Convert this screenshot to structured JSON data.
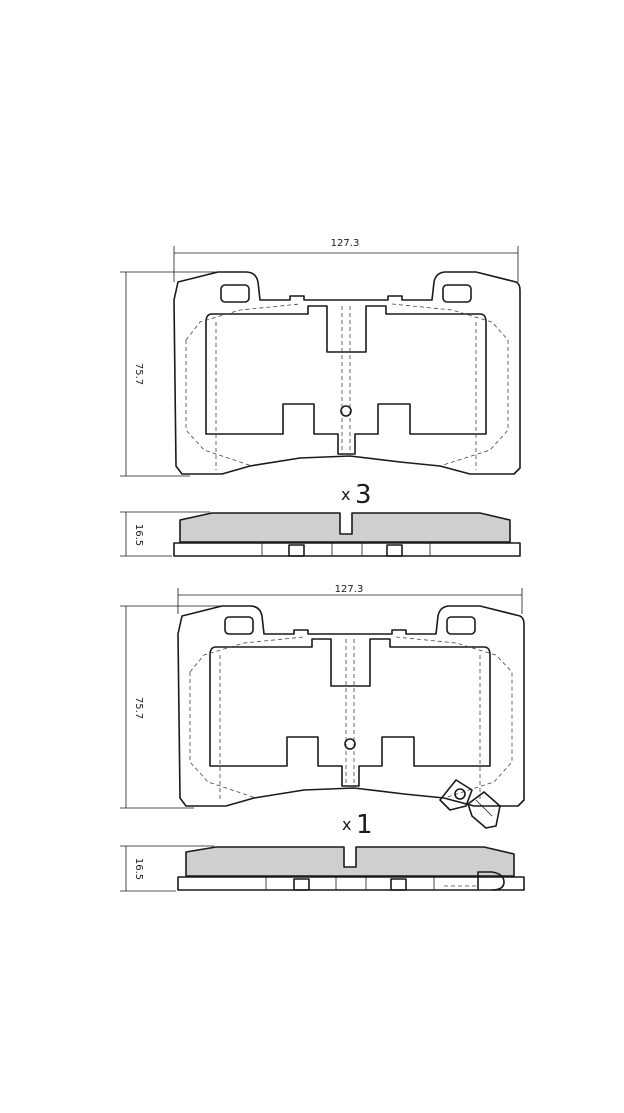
{
  "colors": {
    "line": "#1a1a1a",
    "friction": "#cfcfcf",
    "background": "#ffffff"
  },
  "pads": [
    {
      "width_label": "127.3",
      "height_label": "75.7",
      "thickness_label": "16.5",
      "qty_prefix": "x",
      "qty_value": "3",
      "has_wear_sensor": false
    },
    {
      "width_label": "127.3",
      "height_label": "75.7",
      "thickness_label": "16.5",
      "qty_prefix": "x",
      "qty_value": "1",
      "has_wear_sensor": true
    }
  ]
}
